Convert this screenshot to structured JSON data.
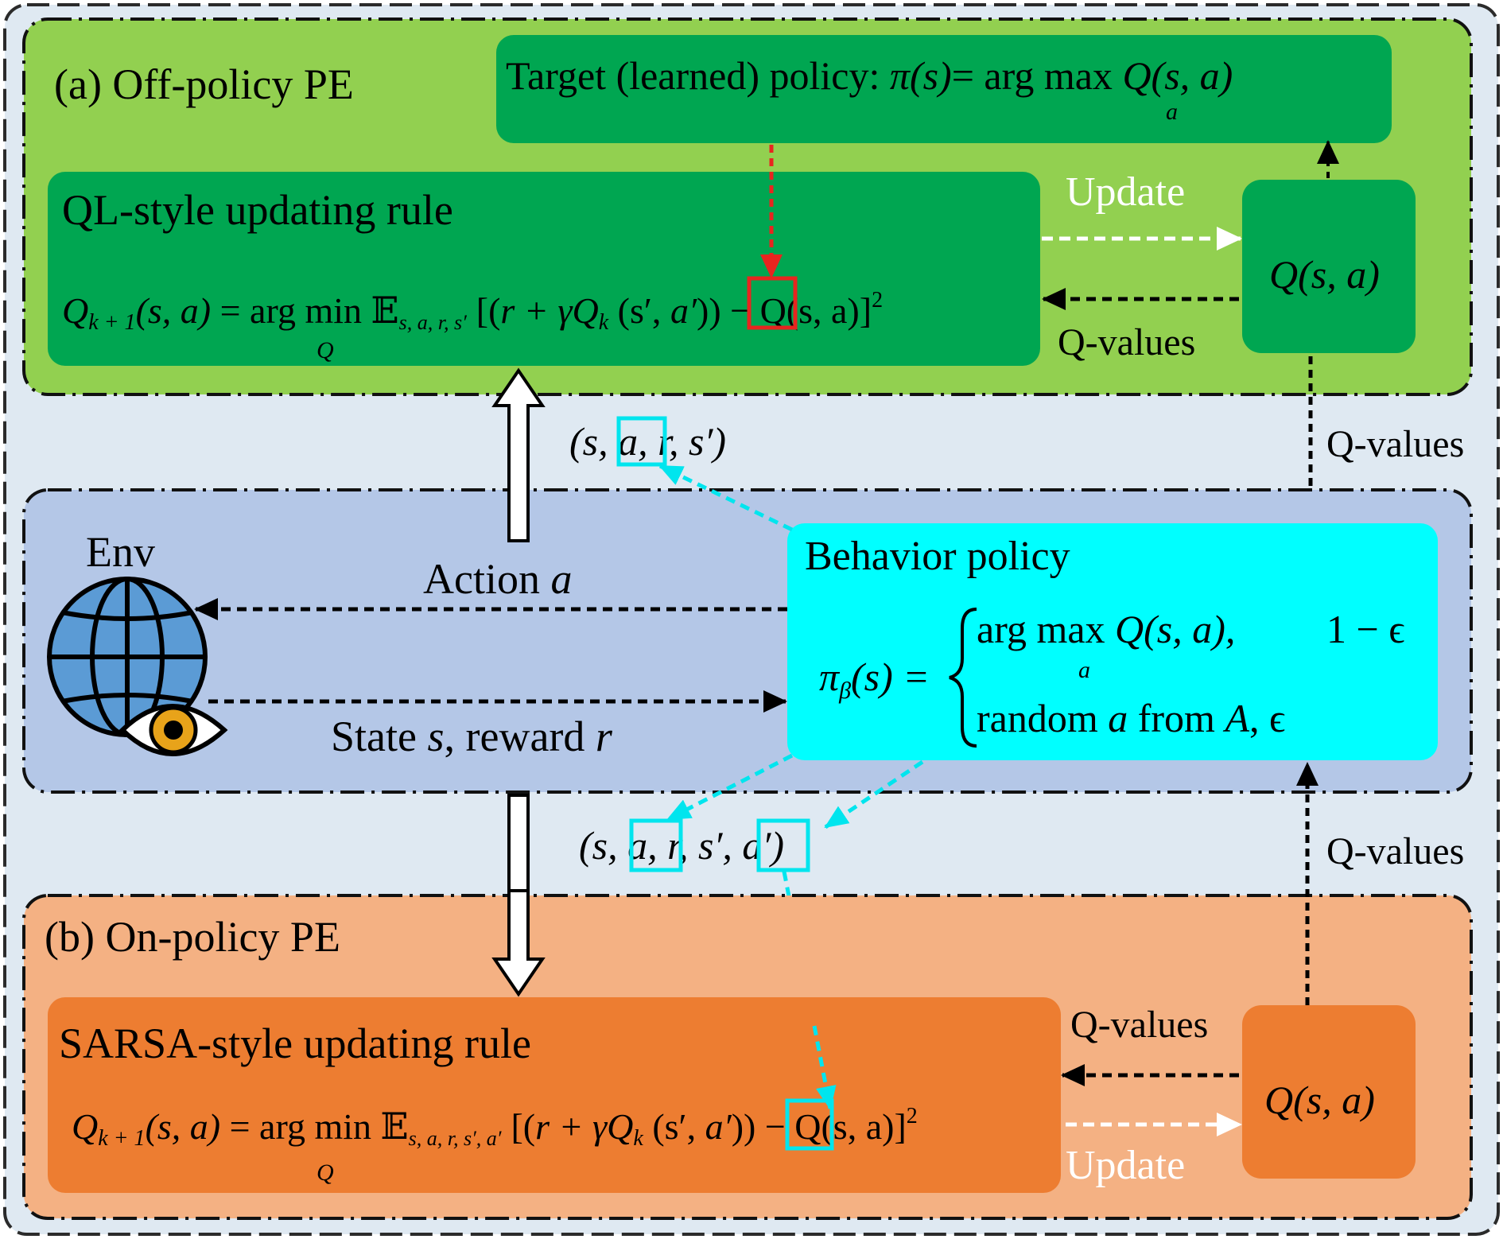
{
  "panels": {
    "off_policy_title": "(a) Off-policy PE",
    "on_policy_title": "(b) On-policy PE"
  },
  "target_policy": {
    "prefix": "Target (learned) policy: ",
    "pi": "π",
    "s_arg": "(s)",
    "eq": "= arg max ",
    "q": "Q",
    "sa": "(s, a)",
    "sub_a": "a"
  },
  "ql_rule": {
    "title": "QL-style updating rule",
    "Q": "Q",
    "sub_k1": "k + 1",
    "lhs_args": "(s, a)",
    "eq_argmin": " = arg min ",
    "expect": "𝔼",
    "expect_sub": "s, a, r, s′",
    "under_Q": "Q",
    "bracket_open": "[(",
    "r_gamma": "r + γQ",
    "sub_k": "k",
    "s_prime": " (s′, ",
    "a_prime": "a′",
    "tail": ")) − Q(s, a)]",
    "sq": "2"
  },
  "sarsa_rule": {
    "title": "SARSA-style updating rule",
    "Q": "Q",
    "sub_k1": "k + 1",
    "lhs_args": "(s, a)",
    "eq_argmin": " = arg min ",
    "expect": "𝔼",
    "expect_sub": "s, a, r, s′, a′",
    "under_Q": "Q",
    "bracket_open": "[(",
    "r_gamma": "r + γQ",
    "sub_k": "k",
    "s_prime": " (s′, ",
    "a_prime": "a′",
    "tail": ")) − Q(s, a)]",
    "sq": "2"
  },
  "q_box": {
    "label_q": "Q",
    "label_args": "(s, a)"
  },
  "edge_labels": {
    "update_top": "Update",
    "qvalues_top": "Q-values",
    "qvalues_right_upper": "Q-values",
    "qvalues_right_lower": "Q-values",
    "qvalues_bottom": "Q-values",
    "update_bottom": "Update",
    "action": "Action ",
    "action_var": "a",
    "state": "State ",
    "state_s": "s",
    "state_mid": ", reward ",
    "state_r": "r"
  },
  "env": {
    "label": "Env"
  },
  "behavior": {
    "title": "Behavior policy",
    "pi": "π",
    "pi_sub": "β",
    "pi_args": "(s) =",
    "case1_text": "arg max ",
    "case1_q": "Q",
    "case1_args": "(s, a),",
    "case1_sub": "a",
    "case1_prob": "1 − ϵ",
    "case2_pre": "random ",
    "case2_a": "a",
    "case2_mid": " from ",
    "case2_A": "A",
    "case2_post": ", ϵ"
  },
  "tuples": {
    "upper": {
      "open": "(s, ",
      "a": "a",
      "rest": ", r, s′)"
    },
    "lower": {
      "open": "(s, ",
      "a": "a",
      "mid": ", r, s′, ",
      "a2": "a′",
      "close": ")"
    }
  },
  "colors": {
    "outer_bg": "#dfe9f2",
    "off_panel": "#92d050",
    "dark_green": "#00a651",
    "env_panel": "#b4c7e7",
    "cyan": "#00ffff",
    "on_panel": "#f4b183",
    "orange": "#ed7d31",
    "red": "#e8251f",
    "globe": "#5b9bd5"
  }
}
